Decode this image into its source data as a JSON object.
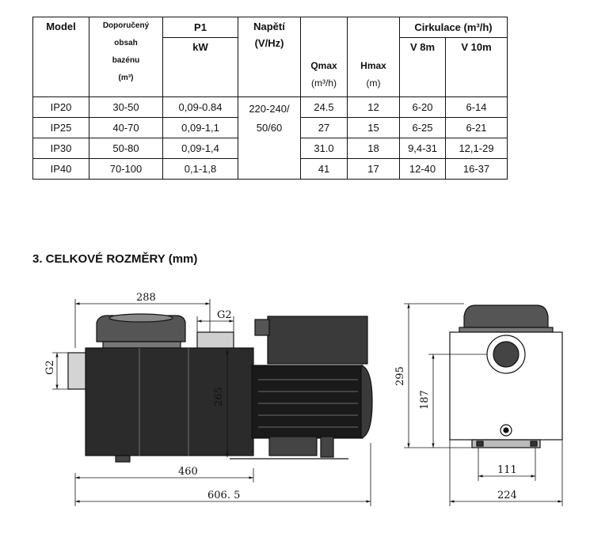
{
  "table": {
    "headers": {
      "model": "Model",
      "volume_lines": [
        "Doporučený",
        "obsah",
        "bazénu",
        "(m³)"
      ],
      "p1": "P1",
      "p1_unit": "kW",
      "voltage": "Napětí",
      "voltage_unit": "(V/Hz)",
      "qmax": "Qmax",
      "qmax_unit": "(m³/h)",
      "hmax": "Hmax",
      "hmax_unit": "(m)",
      "circulation": "Cirkulace (m³/h)",
      "v8": "V 8m",
      "v10": "V 10m"
    },
    "voltage_value_lines": [
      "220-240/",
      "50/60"
    ],
    "rows": [
      {
        "model": "IP20",
        "volume": "30-50",
        "p1": "0,09-0.84",
        "qmax": "24.5",
        "hmax": "12",
        "v8": "6-20",
        "v10": "6-14"
      },
      {
        "model": "IP25",
        "volume": "40-70",
        "p1": "0,09-1,1",
        "qmax": "27",
        "hmax": "15",
        "v8": "6-25",
        "v10": "6-21"
      },
      {
        "model": "IP30",
        "volume": "50-80",
        "p1": "0,09-1,4",
        "qmax": "31.0",
        "hmax": "18",
        "v8": "9,4-31",
        "v10": "12,1-29"
      },
      {
        "model": "IP40",
        "volume": "70-100",
        "p1": "0,1-1,8",
        "qmax": "41",
        "hmax": "17",
        "v8": "12-40",
        "v10": "16-37"
      }
    ]
  },
  "section_title": "3. CELKOVÉ ROZMĚRY (mm)",
  "dimensions": {
    "width_288": "288",
    "outlet_g2": "G2",
    "inlet_g2": "G2",
    "height_265": "265",
    "length_460": "460",
    "length_606": "606. 5",
    "height_295": "295",
    "height_187": "187",
    "base_111": "111",
    "width_224": "224"
  }
}
